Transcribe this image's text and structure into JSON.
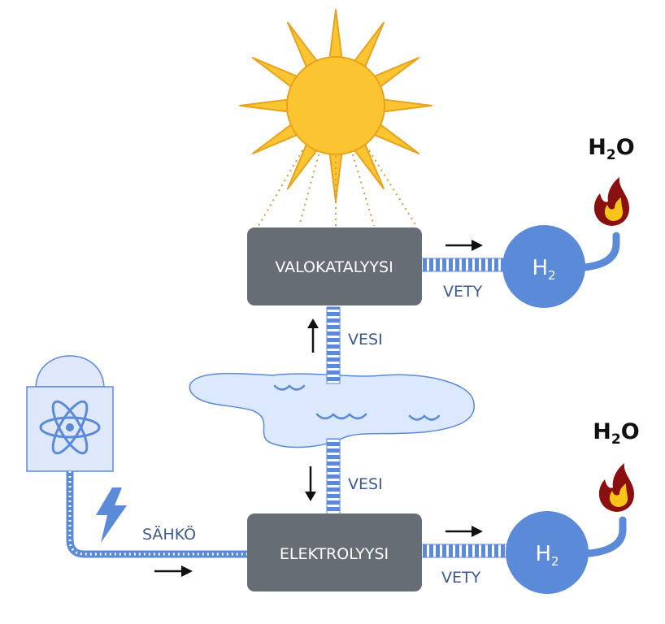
{
  "processes": {
    "photocatalysis": "VALOKATALYYSI",
    "electrolysis": "ELEKTROLYYSI"
  },
  "flows": {
    "water_up": "VESI",
    "water_down": "VESI",
    "hydrogen_top": "VETY",
    "hydrogen_bottom": "VETY",
    "electricity": "SÄHKÖ"
  },
  "hydrogen": {
    "symbol": "H",
    "subscript": "2"
  },
  "water_product": {
    "left": "H",
    "subscript": "2",
    "right": "O"
  },
  "icons": [
    "sun-icon",
    "water-pool-icon",
    "nuclear-plant-icon",
    "atom-icon",
    "lightning-icon",
    "flame-icon",
    "arrow-icon"
  ],
  "colors": {
    "process_box": "#666d75",
    "hydrogen_tank": "#5b8ad8",
    "pipe": "#5b8ad8",
    "water": "#dce8fb",
    "water_outline": "#5b8ad8",
    "sun": "#fbc531",
    "sun_outline": "#e8a21c",
    "flame_outer": "#8a1010",
    "flame_inner": "#f7c51a",
    "reactor_fill": "#dfe8fb",
    "label_text": "#3c5a8c"
  }
}
